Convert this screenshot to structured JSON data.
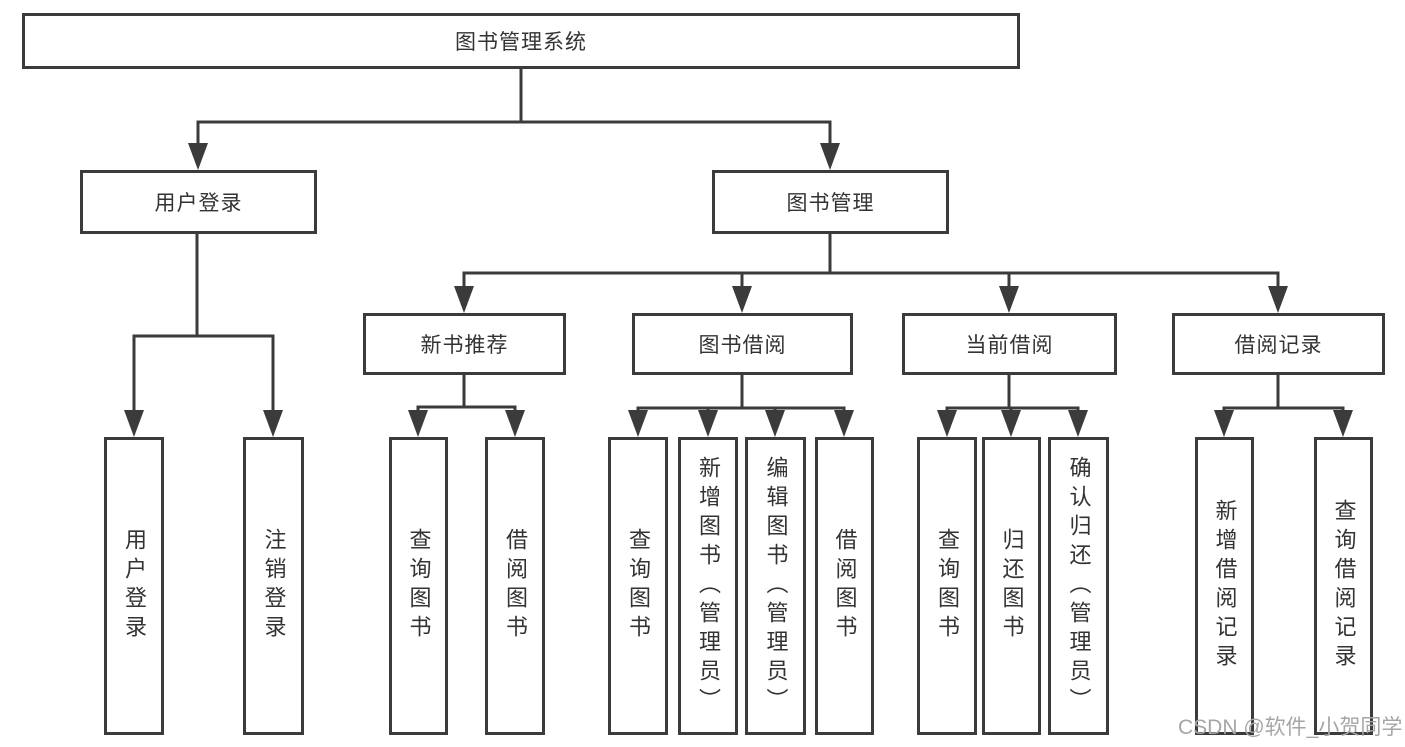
{
  "diagram": {
    "tree": {
      "label": "图书管理系统",
      "children": [
        {
          "label": "用户登录",
          "children": [
            {
              "label": "用户登录"
            },
            {
              "label": "注销登录"
            }
          ]
        },
        {
          "label": "图书管理",
          "children": [
            {
              "label": "新书推荐",
              "children": [
                {
                  "label": "查询图书"
                },
                {
                  "label": "借阅图书"
                }
              ]
            },
            {
              "label": "图书借阅",
              "children": [
                {
                  "label": "查询图书"
                },
                {
                  "label": "新增图书（管理员）"
                },
                {
                  "label": "编辑图书（管理员）"
                },
                {
                  "label": "借阅图书"
                }
              ]
            },
            {
              "label": "当前借阅",
              "children": [
                {
                  "label": "查询图书"
                },
                {
                  "label": "归还图书"
                },
                {
                  "label": "确认归还（管理员）"
                }
              ]
            },
            {
              "label": "借阅记录",
              "children": [
                {
                  "label": "新增借阅记录"
                },
                {
                  "label": "查询借阅记录"
                }
              ]
            }
          ]
        }
      ]
    },
    "colors": {
      "line": "#3b3b3b",
      "text": "#333333",
      "watermark": "#a6a6a6",
      "background": "#ffffff"
    }
  },
  "watermark": "CSDN @软件_小贺同学"
}
